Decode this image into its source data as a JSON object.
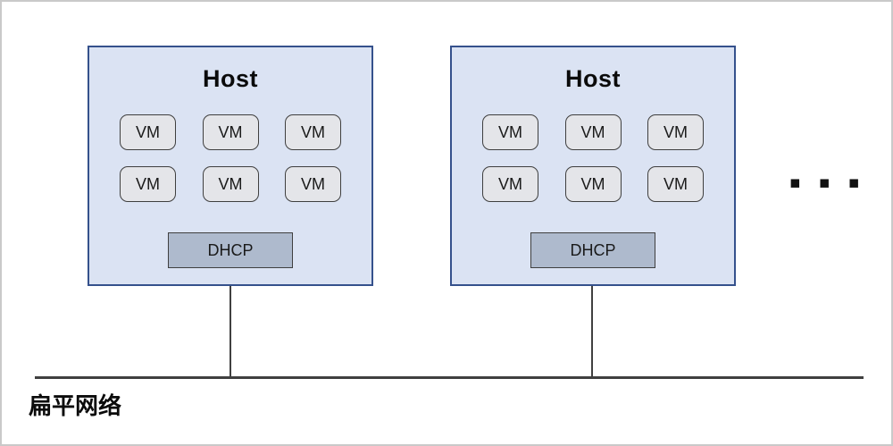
{
  "diagram": {
    "hosts": [
      {
        "title": "Host",
        "vms": [
          "VM",
          "VM",
          "VM",
          "VM",
          "VM",
          "VM"
        ],
        "dhcp_label": "DHCP"
      },
      {
        "title": "Host",
        "vms": [
          "VM",
          "VM",
          "VM",
          "VM",
          "VM",
          "VM"
        ],
        "dhcp_label": "DHCP"
      }
    ],
    "more_hosts_indicator": "▪ ▪ ▪",
    "network_label": "扁平网络",
    "colors": {
      "host_fill": "#dbe3f3",
      "host_border": "#35518c",
      "vm_fill": "#e4e5e9",
      "vm_border": "#3f3f3f",
      "dhcp_fill": "#aebacd",
      "dhcp_border": "#3f3f3f",
      "line": "#404040",
      "frame_border": "#c9c9c9"
    }
  }
}
